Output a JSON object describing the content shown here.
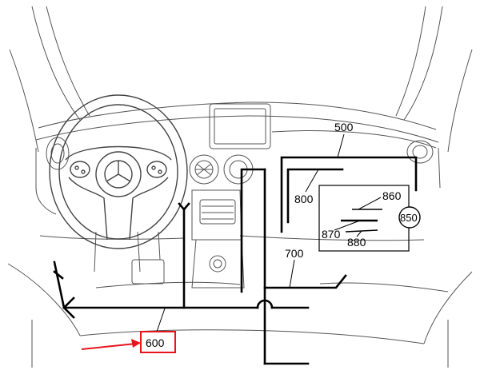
{
  "figure": {
    "callouts": {
      "harness_top": "500",
      "harness_main": "600",
      "harness_center": "700",
      "branch_left": "800",
      "module": "850",
      "lead_upper": "860",
      "lead_left": "870",
      "lead_right": "880"
    },
    "colors": {
      "linework": "#000000",
      "vehicle_outline": "#555555",
      "highlight": "#e8141b"
    }
  }
}
